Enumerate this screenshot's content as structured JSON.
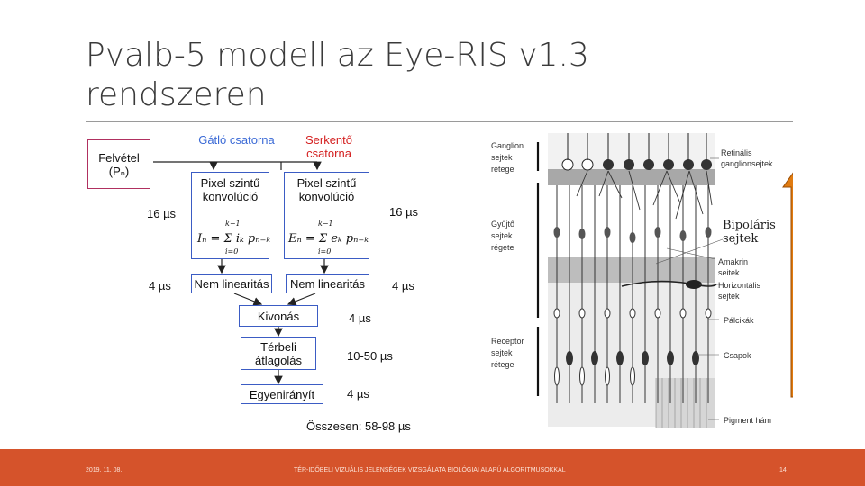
{
  "title": "Pvalb-5 modell az Eye-RIS v1.3 rendszeren",
  "flow": {
    "input_line1": "Felvétel",
    "input_line2": "(Pₙ)",
    "inhibitory_header": "Gátló csatorna",
    "excitatory_header": "Serkentő csatorna",
    "pixel_conv": "Pixel szintű konvolúció",
    "formula_I": "Iₙ = Σ iₖ pₙ₋ₖ",
    "formula_E": "Eₙ = Σ eₖ pₙ₋ₖ",
    "sum_upper": "k−1",
    "sum_lower": "i=0",
    "nonlin": "Nem linearitás",
    "subtract": "Kivonás",
    "spatial_avg": "Térbeli átlagolás",
    "rectify": "Egyenirányít",
    "t_conv_left": "16 µs",
    "t_conv_right": "16 µs",
    "t_nonlin_left": "4 µs",
    "t_nonlin_right": "4 µs",
    "t_subtract": "4 µs",
    "t_avg": "10-50 µs",
    "t_rect": "4 µs",
    "total": "Összesen: 58-98 µs"
  },
  "retina": {
    "left_labels": {
      "ganglion": "Ganglion sejtek rétege",
      "collector": "Gyűjtő sejtek régete",
      "receptor": "Receptor sejtek rétege"
    },
    "right_labels": {
      "retinal_ganglion": "Retinális ganglionsejtek",
      "bipolar": "Bipoláris sejtek",
      "amacrine": "Amakrin seitek",
      "horizontal": "Horizontális sejtek",
      "rods": "Pálcikák",
      "cones": "Csapok",
      "pigment": "Pigment hám"
    }
  },
  "arrow_color": "#e07b10",
  "footer": {
    "date": "2019. 11. 08.",
    "center": "TÉR-IDŐBELI VIZUÁLIS JELENSÉGEK VIZSGÁLATA BIOLÓGIAI ALAPÚ ALGORITMUSOKKAL",
    "page": "14"
  }
}
